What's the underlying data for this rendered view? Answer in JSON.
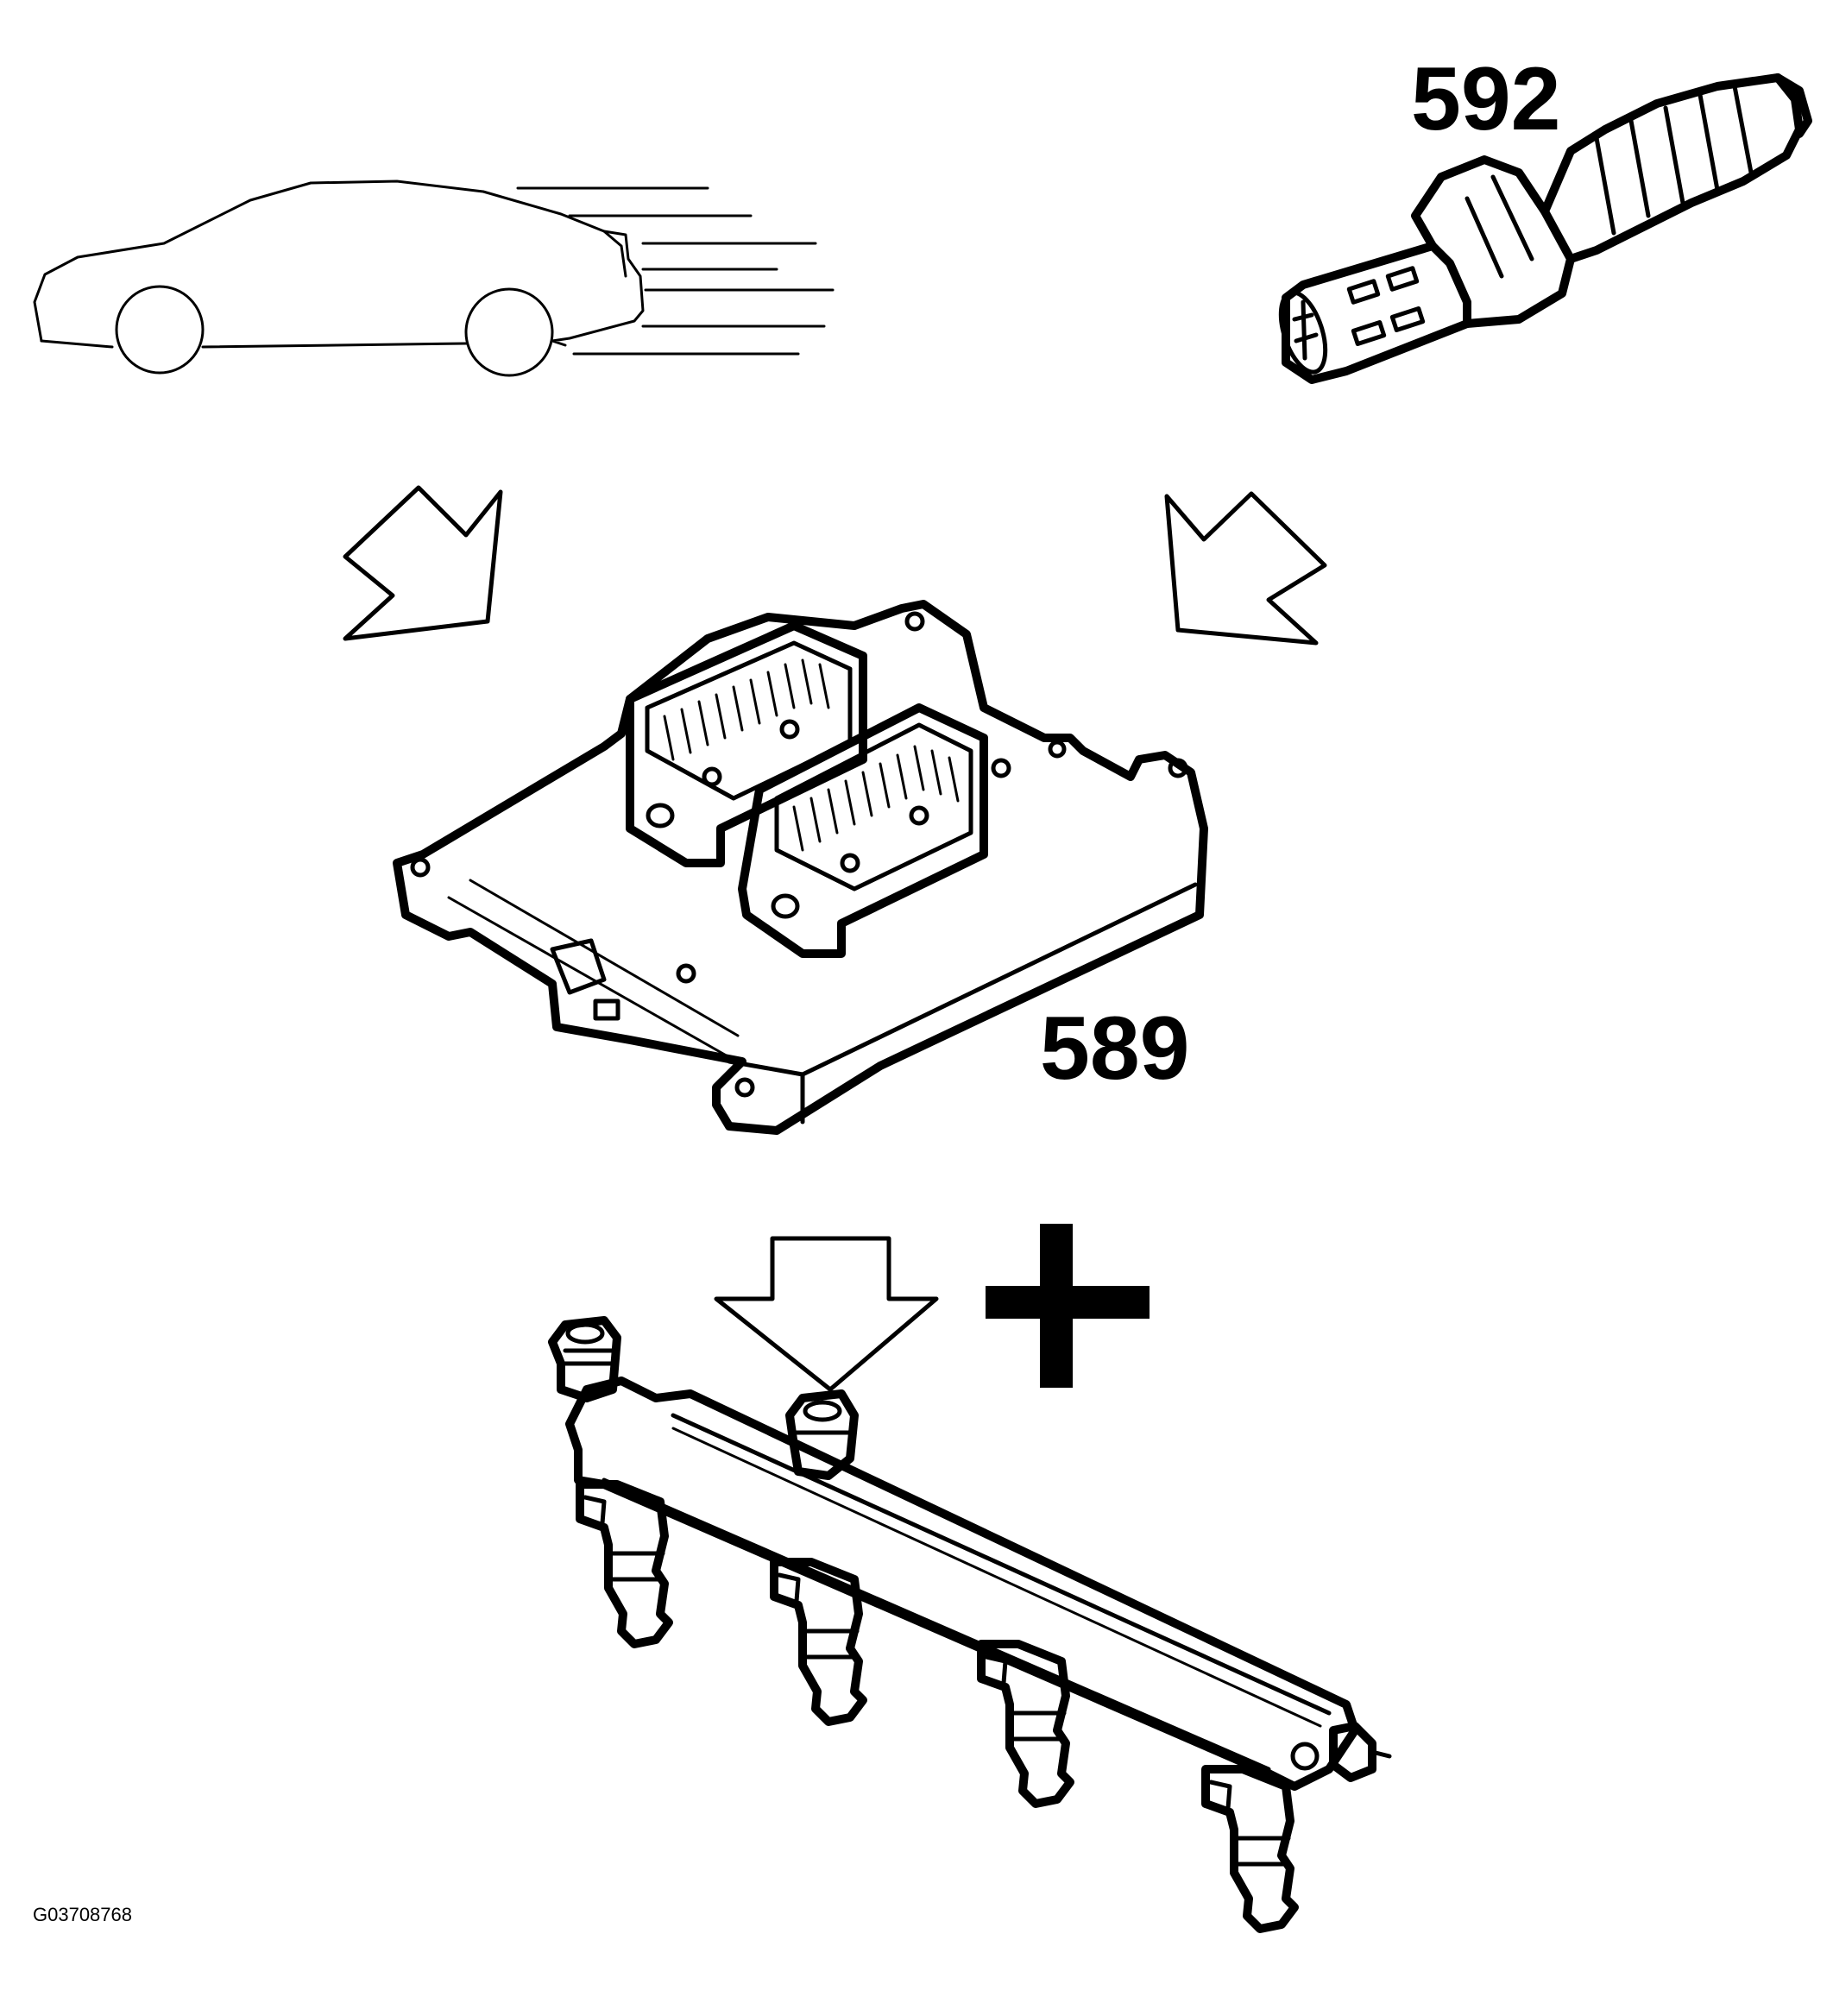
{
  "diagram": {
    "labels": {
      "oxygen_sensor": "592",
      "control_module": "589",
      "figure_id": "G03708768"
    },
    "colors": {
      "ink": "#000000",
      "background": "#ffffff"
    },
    "icons": [
      "car-icon",
      "oxygen-sensor-icon",
      "control-module-icon",
      "fuel-rail-injectors-icon",
      "arrow-down-right-icon",
      "arrow-down-left-icon",
      "arrow-down-icon",
      "plus-icon"
    ]
  }
}
